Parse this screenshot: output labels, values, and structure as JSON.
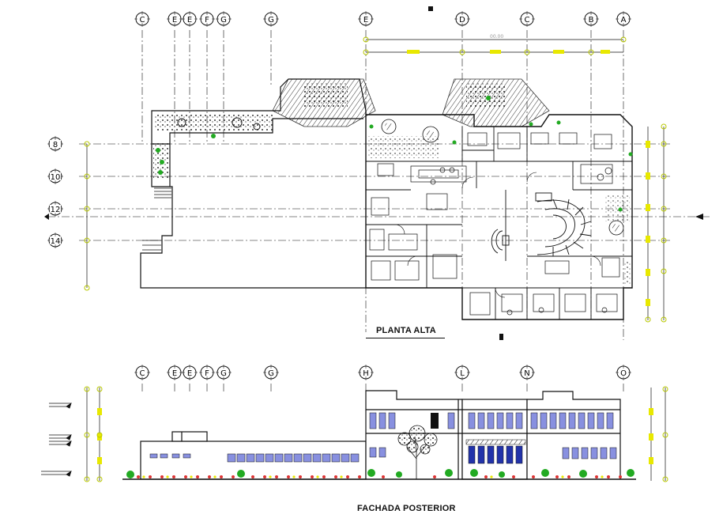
{
  "plan": {
    "title": "PLANTA ALTA",
    "top_axes": [
      "C",
      "E",
      "E",
      "F",
      "G",
      "G",
      "E",
      "D",
      "C",
      "B",
      "A"
    ],
    "left_axes": [
      "8",
      "10",
      "12",
      "14"
    ],
    "dimension_text": "00.00"
  },
  "elevation": {
    "title": "FACHADA POSTERIOR",
    "top_axes": [
      "C",
      "E",
      "E",
      "F",
      "G",
      "G",
      "H",
      "L",
      "N",
      "O"
    ]
  },
  "colors": {
    "line": "#111111",
    "axis_marker": "#b8c800",
    "tag": "#e8e800",
    "glass": "#8890e0",
    "glass_dark": "#2233aa",
    "plant_green": "#22aa22",
    "flower_red": "#dd3333"
  }
}
